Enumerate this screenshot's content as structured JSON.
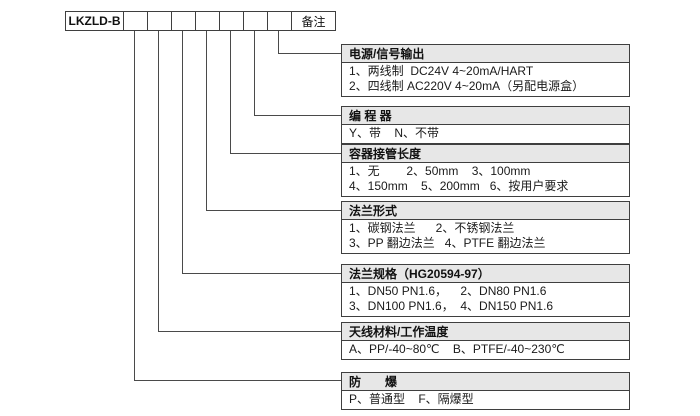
{
  "model_row": {
    "prefix": "LKZLD-B",
    "remark": "备注",
    "empty_cell_count": 7
  },
  "sections": [
    {
      "title": "电源/信号输出",
      "lines": [
        "1、两线制  DC24V 4~20mA/HART",
        "2、四线制 AC220V 4~20mA（另配电源盒）"
      ]
    },
    {
      "title": "编 程 器",
      "lines": [
        "Y、带    N、不带"
      ]
    },
    {
      "title": "容器接管长度",
      "lines": [
        "1、无        2、50mm    3、100mm",
        "4、150mm    5、200mm   6、按用户要求"
      ]
    },
    {
      "title": "法兰形式",
      "lines": [
        "1、碳钢法兰      2、不锈钢法兰",
        "3、PP 翻边法兰   4、PTFE 翻边法兰"
      ]
    },
    {
      "title": "法兰规格（HG20594-97）",
      "lines": [
        "1、DN50 PN1.6，    2、DN80 PN1.6",
        "3、DN100 PN1.6，  4、DN150 PN1.6"
      ]
    },
    {
      "title": "天线材料/工作温度",
      "lines": [
        "A、PP/-40~80℃    B、PTFE/-40~230℃"
      ]
    },
    {
      "title": "防　　爆",
      "lines": [
        "P、普通型    F、隔爆型"
      ]
    }
  ]
}
